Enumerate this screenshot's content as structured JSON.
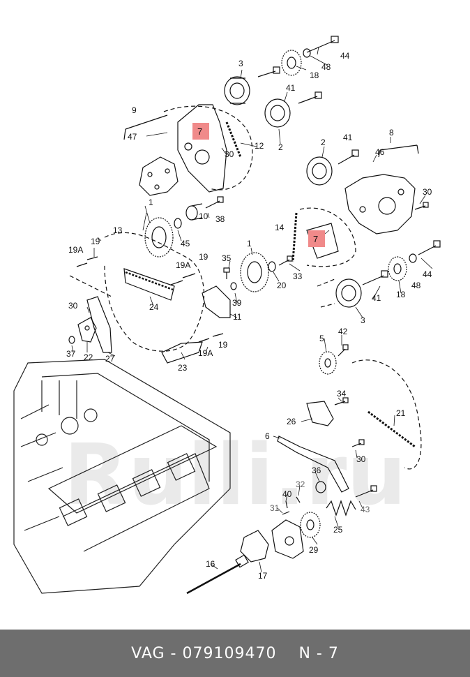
{
  "footer": {
    "brand": "VAG",
    "separator": " - ",
    "part_number": "079109470",
    "ref_gap": "    ",
    "ref_label": "N - 7"
  },
  "watermark": "Rulli.ru",
  "highlight_color": "#f08a8a",
  "labels": {
    "n1a": "1",
    "n1b": "1",
    "n2a": "2",
    "n2b": "2",
    "n3a": "3",
    "n3b": "3",
    "n5": "5",
    "n6": "6",
    "n7a": "7",
    "n7b": "7",
    "n8": "8",
    "n9": "9",
    "n10": "10",
    "n11": "11",
    "n12": "12",
    "n13": "13",
    "n14": "14",
    "n16": "16",
    "n17": "17",
    "n18a": "18",
    "n18b": "18",
    "n19a": "19",
    "n19b": "19",
    "n19c": "19",
    "n19Aa": "19A",
    "n19Ab": "19A",
    "n19Ac": "19A",
    "n20": "20",
    "n21": "21",
    "n22": "22",
    "n23": "23",
    "n24": "24",
    "n25": "25",
    "n26": "26",
    "n27": "27",
    "n29": "29",
    "n30a": "30",
    "n30b": "30",
    "n30c": "30",
    "n30d": "30",
    "n31": "31",
    "n32": "32",
    "n33": "33",
    "n34": "34",
    "n35": "35",
    "n36": "36",
    "n37": "37",
    "n38": "38",
    "n39": "39",
    "n40": "40",
    "n41a": "41",
    "n41b": "41",
    "n41c": "41",
    "n42": "42",
    "n43": "43",
    "n44a": "44",
    "n44b": "44",
    "n45": "45",
    "n46": "46",
    "n47": "47",
    "n48a": "48",
    "n48b": "48"
  }
}
